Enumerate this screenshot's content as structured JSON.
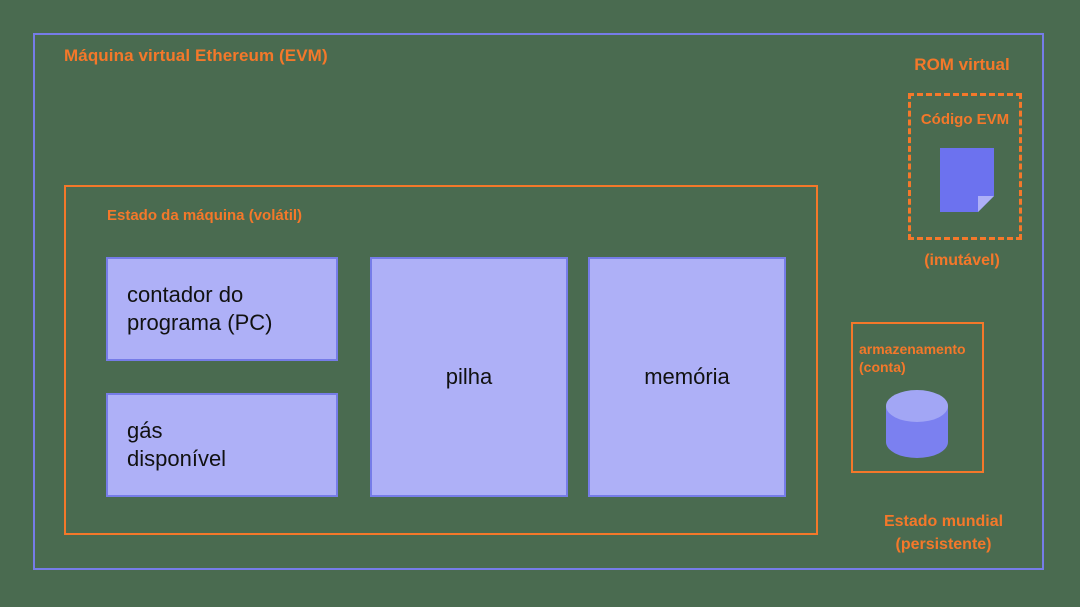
{
  "diagram": {
    "title": "Máquina virtual Ethereum (EVM)",
    "background_color": "#4a6b50",
    "accent_orange": "#f4782a",
    "accent_periwinkle": "#767ce8",
    "box_fill": "#aeb0f7"
  },
  "evm": {
    "title": "Máquina virtual Ethereum (EVM)"
  },
  "machine_state": {
    "label": "Estado da máquina (volátil)",
    "components": [
      {
        "id": "program-counter",
        "line1": "contador do",
        "line2": "programa (PC)",
        "align": "left"
      },
      {
        "id": "available-gas",
        "line1": "gás",
        "line2": "disponível",
        "align": "left"
      },
      {
        "id": "stack",
        "line1": "pilha",
        "line2": "",
        "align": "center"
      },
      {
        "id": "memory",
        "line1": "memória",
        "line2": "",
        "align": "center"
      }
    ]
  },
  "rom": {
    "title": "ROM virtual",
    "code_label": "Código EVM",
    "immutable_label": "(imutável)",
    "icon": "document-icon"
  },
  "storage": {
    "line1": "armazenamento",
    "line2": "(conta)",
    "icon": "database-cylinder-icon"
  },
  "world_state": {
    "line1": "Estado mundial",
    "line2": "(persistente)"
  }
}
